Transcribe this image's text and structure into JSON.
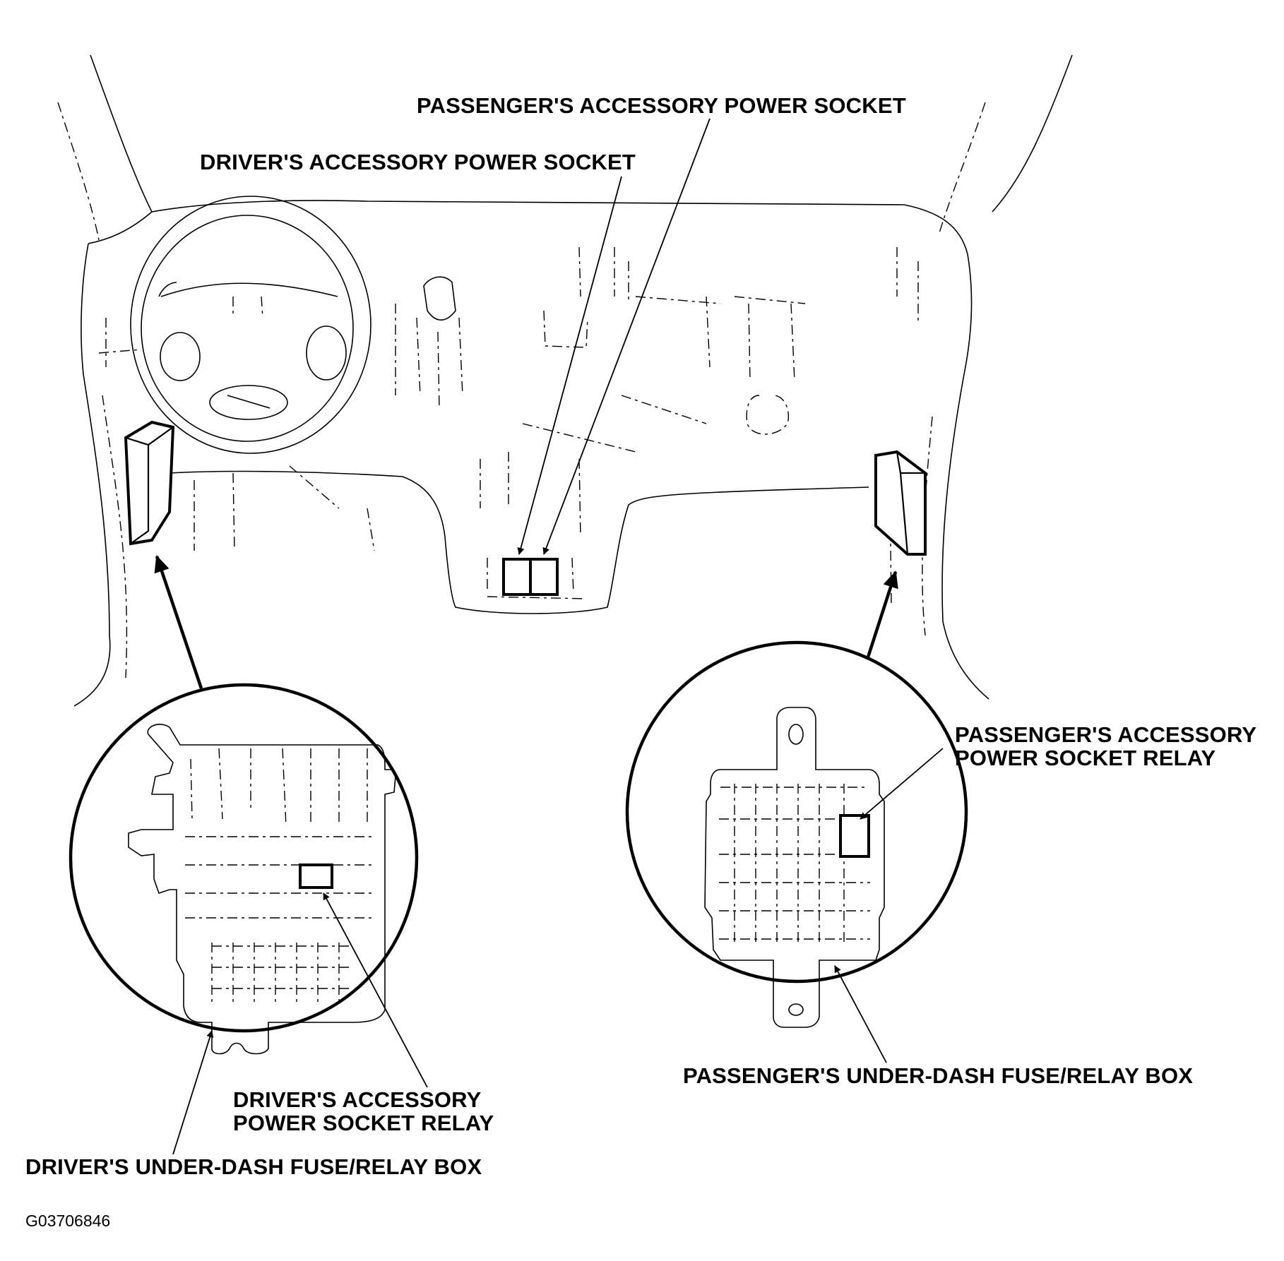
{
  "labels": {
    "passenger_socket": "PASSENGER'S ACCESSORY POWER SOCKET",
    "driver_socket": "DRIVER'S ACCESSORY POWER SOCKET",
    "passenger_relay_line1": "PASSENGER'S ACCESSORY",
    "passenger_relay_line2": "POWER SOCKET RELAY",
    "passenger_box": "PASSENGER'S UNDER-DASH FUSE/RELAY BOX",
    "driver_relay_line1": "DRIVER'S ACCESSORY",
    "driver_relay_line2": "POWER SOCKET RELAY",
    "driver_box": "DRIVER'S UNDER-DASH FUSE/RELAY BOX"
  },
  "figure_code": "G03706846"
}
